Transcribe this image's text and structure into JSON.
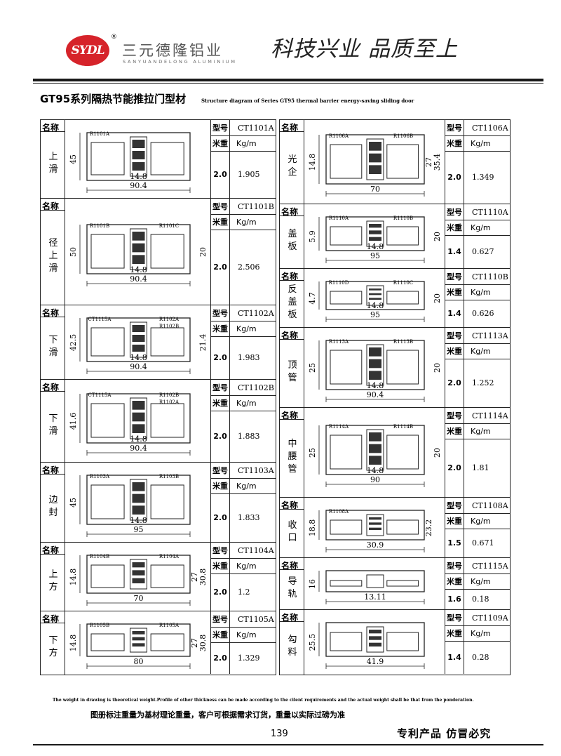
{
  "header": {
    "logo_text": "SYDL",
    "registered": "®",
    "company_cn": "三元德隆铝业",
    "company_en": "SANYUANDELONG ALUMINIUM",
    "slogan": "科技兴业  品质至上"
  },
  "title": {
    "cn": "GT95系列隔热节能推拉门型材",
    "en": "Structure diagram of Series GT95 thermal barrier energy-saving sliding door"
  },
  "spec_labels": {
    "model": "型号",
    "weight": "米重",
    "unit": "Kg/m"
  },
  "name_label": "名称",
  "left_panels": [
    {
      "name": "上滑",
      "model": "CT1101A",
      "ratio": "2.0",
      "weight": "1.905",
      "dims": [
        "45",
        "14.8",
        "90.4"
      ],
      "codes": [
        "R1101A"
      ]
    },
    {
      "name": "径上滑",
      "model": "CT1101B",
      "ratio": "2.0",
      "weight": "2.506",
      "dims": [
        "50",
        "14.8",
        "20",
        "90.4"
      ],
      "codes": [
        "R1101B",
        "R1101C"
      ]
    },
    {
      "name": "下滑",
      "model": "CT1102A",
      "ratio": "2.0",
      "weight": "1.983",
      "dims": [
        "42.5",
        "14.8",
        "21.4",
        "90.4"
      ],
      "codes": [
        "CT1115A",
        "R1102A",
        "R1102B"
      ]
    },
    {
      "name": "下滑",
      "model": "CT1102B",
      "ratio": "2.0",
      "weight": "1.883",
      "dims": [
        "41.6",
        "14.8",
        "90.4"
      ],
      "codes": [
        "CT1115A",
        "R1102B",
        "R1102A"
      ]
    },
    {
      "name": "边封",
      "model": "CT1103A",
      "ratio": "2.0",
      "weight": "1.833",
      "dims": [
        "45",
        "14.8",
        "95"
      ],
      "codes": [
        "R1103A",
        "R1103B"
      ]
    },
    {
      "name": "上方",
      "model": "CT1104A",
      "ratio": "2.0",
      "weight": "1.2",
      "dims": [
        "14.8",
        "27",
        "30.8",
        "70"
      ],
      "codes": [
        "R1104B",
        "R1104A"
      ]
    },
    {
      "name": "下方",
      "model": "CT1105A",
      "ratio": "2.0",
      "weight": "1.329",
      "dims": [
        "14.8",
        "27",
        "30.8",
        "80"
      ],
      "codes": [
        "R1105B",
        "R1105A"
      ]
    }
  ],
  "right_panels": [
    {
      "name": "光企",
      "model": "CT1106A",
      "ratio": "2.0",
      "weight": "1.349",
      "dims": [
        "14.8",
        "27",
        "35.4",
        "70"
      ],
      "codes": [
        "R1106A",
        "R1106B"
      ]
    },
    {
      "name": "盖板",
      "model": "CT1110A",
      "ratio": "1.4",
      "weight": "0.627",
      "dims": [
        "5.9",
        "14.8",
        "20",
        "95"
      ],
      "codes": [
        "R1110A",
        "R1110B"
      ]
    },
    {
      "name": "反盖板",
      "model": "CT1110B",
      "ratio": "1.4",
      "weight": "0.626",
      "dims": [
        "4.7",
        "14.8",
        "20",
        "95"
      ],
      "codes": [
        "R1110D",
        "R1110C"
      ]
    },
    {
      "name": "顶管",
      "model": "CT1113A",
      "ratio": "2.0",
      "weight": "1.252",
      "dims": [
        "25",
        "14.8",
        "20",
        "90.4"
      ],
      "codes": [
        "R1113A",
        "R1113B"
      ]
    },
    {
      "name": "中腰管",
      "model": "CT1114A",
      "ratio": "2.0",
      "weight": "1.81",
      "dims": [
        "25",
        "14.8",
        "20",
        "90"
      ],
      "codes": [
        "R1114A",
        "R1114B"
      ]
    },
    {
      "name": "收口",
      "model": "CT1108A",
      "ratio": "1.5",
      "weight": "0.671",
      "dims": [
        "18.8",
        "23.2",
        "30.9"
      ],
      "codes": [
        "R1108A"
      ]
    },
    {
      "name": "导轨",
      "model": "CT1115A",
      "ratio": "1.6",
      "weight": "0.18",
      "dims": [
        "16",
        "13.11"
      ],
      "codes": []
    },
    {
      "name": "勾料",
      "model": "CT1109A",
      "ratio": "1.4",
      "weight": "0.28",
      "dims": [
        "25.5",
        "41.9"
      ],
      "codes": []
    }
  ],
  "footer": {
    "note_en": "The weight in drawing is theoretical weight.Profile of other thickness can be made according to the cilent requirements and the actual weight shall be that from the ponderation.",
    "note_cn": "图册标注重量为基材理论重量，客户可根据需求订货，重量以实际过磅为准",
    "page": "139",
    "patent": "专利产品  仿冒必究"
  }
}
